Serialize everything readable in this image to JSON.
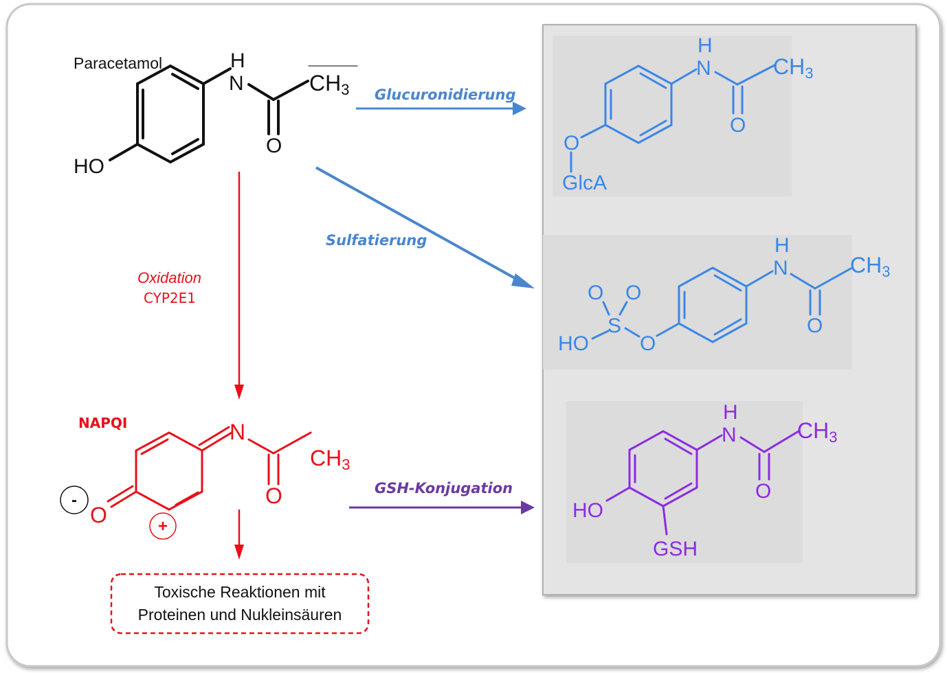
{
  "colors": {
    "blue": "#3a86e8",
    "purple": "#8a2be2",
    "arrow_blue": "#4a86cf",
    "red": "#e8101a",
    "purple_arrow": "#6a3aa0",
    "panel_bg": "#e3e3e3",
    "black": "#111111"
  },
  "paracetamol": {
    "name": "Paracetamol",
    "h": "H",
    "n": "N",
    "ch3": "CH",
    "sub3": "3",
    "o": "O",
    "ho": "HO"
  },
  "oxidation": {
    "label": "Oxidation",
    "enzyme": "CYP2E1"
  },
  "napqi": {
    "name": "NAPQI",
    "n": "N",
    "ch3": "CH",
    "sub3": "3",
    "o_carbonyl": "O",
    "o_ring": "O",
    "minus": "-",
    "plus": "+"
  },
  "toxic_box": {
    "line1": "Toxische Reaktionen mit",
    "line2": "Proteinen und Nukleinsäuren"
  },
  "arrows": {
    "glucuronidation": "Glucuronidierung",
    "sulfation": "Sulfatierung",
    "gsh": "GSH-Konjugation"
  },
  "glucuronide": {
    "h": "H",
    "n": "N",
    "ch3": "CH",
    "sub3": "3",
    "o_carbonyl": "O",
    "o_link": "O",
    "glca": "GlcA"
  },
  "sulfate": {
    "h": "H",
    "n": "N",
    "ch3": "CH",
    "sub3": "3",
    "o_carbonyl": "O",
    "o1": "O",
    "o2": "O",
    "s": "S",
    "ho": "HO",
    "o_link": "O"
  },
  "gsh_conjugate": {
    "h": "H",
    "n": "N",
    "ch3": "CH",
    "sub3": "3",
    "o_carbonyl": "O",
    "ho": "HO",
    "gsh": "GSH"
  }
}
